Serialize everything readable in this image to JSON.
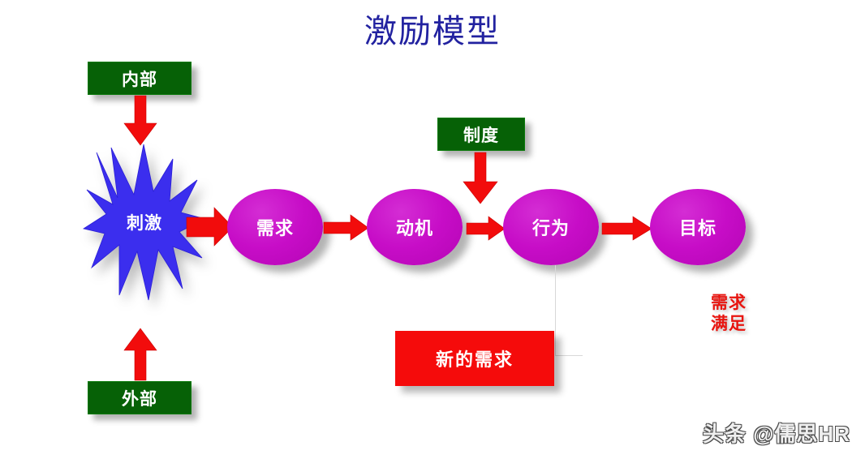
{
  "slide": {
    "title": "激励模型",
    "title_color": "#2222A0",
    "background": "#ffffff"
  },
  "palette": {
    "green": "#066106",
    "red": "#F50B0B",
    "purple": "#C70DC7",
    "blue": "#3B2EEE",
    "annotation_red": "#E8140F"
  },
  "inputs": {
    "internal": "内部",
    "external": "外部",
    "system": "制度"
  },
  "flow": {
    "stimulus": "刺激",
    "nodes": [
      {
        "label": "需求"
      },
      {
        "label": "动机"
      },
      {
        "label": "行为"
      },
      {
        "label": "目标"
      }
    ]
  },
  "feedback": {
    "new_demand": "新的需求",
    "satisfied_line1": "需求",
    "satisfied_line2": "满足"
  },
  "watermark": {
    "text": "头条 @儒思HR"
  }
}
